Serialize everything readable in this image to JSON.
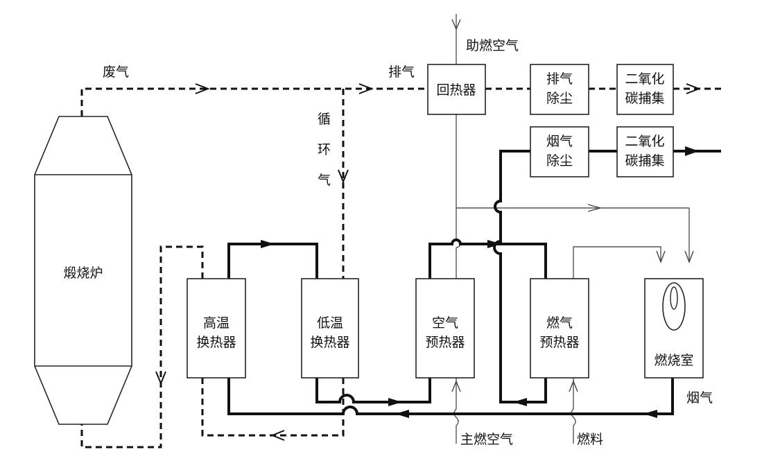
{
  "nodes": {
    "kiln": "煅烧炉",
    "hte": [
      "高温",
      "换热器"
    ],
    "lte": [
      "低温",
      "换热器"
    ],
    "aph": [
      "空气",
      "预热器"
    ],
    "gph": [
      "燃气",
      "预热器"
    ],
    "cc": "燃烧室",
    "recup": "回热器",
    "ed": [
      "排气",
      "除尘"
    ],
    "ccs1": [
      "二氧化",
      "碳捕集"
    ],
    "fd": [
      "烟气",
      "除尘"
    ],
    "ccs2": [
      "二氧化",
      "碳捕集"
    ]
  },
  "labels": {
    "waste_gas": "废气",
    "exhaust": "排气",
    "combustion_air": "助燃空气",
    "recycle": [
      "循",
      "环",
      "气"
    ],
    "main_air": "主燃空气",
    "fuel": "燃料",
    "flue_gas": "烟气"
  },
  "colors": {
    "line": "#111111",
    "thin": "#555555"
  }
}
